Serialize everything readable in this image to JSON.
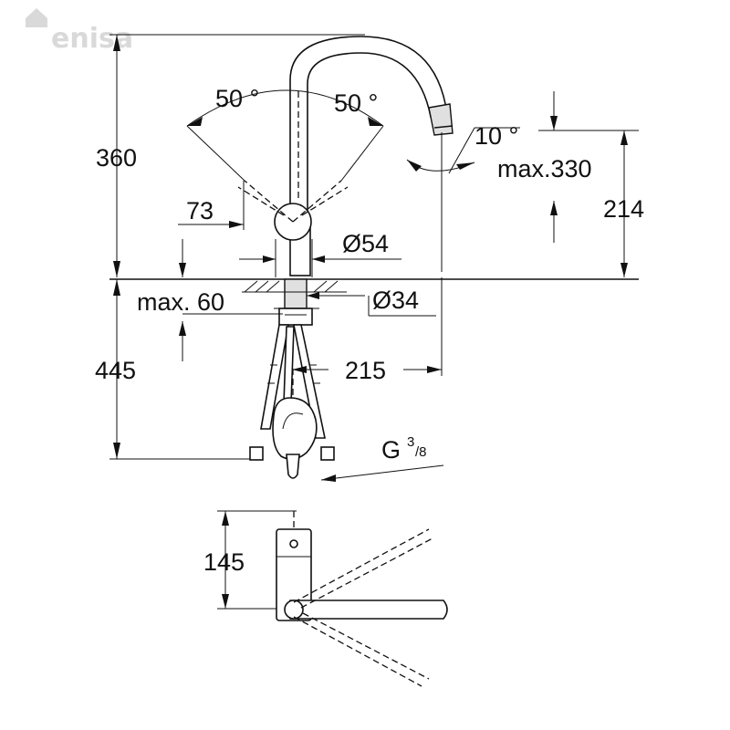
{
  "watermark": "enisa",
  "labels": {
    "height_total": "360",
    "angle_left": "50 °",
    "angle_right": "50 °",
    "spout_angle": "10 °",
    "spout_reach": "max.330",
    "spout_height": "214",
    "lever_offset": "73",
    "base_diameter": "Ø54",
    "max_thickness": "max. 60",
    "hole_diameter": "Ø34",
    "hose_length": "445",
    "spout_projection": "215",
    "thread_letter": "G",
    "thread_numerator": "3",
    "thread_denominator": "/8",
    "top_view_depth": "145"
  },
  "colors": {
    "line": "#111111",
    "shading": "#e0e0e0",
    "watermark": "#d9d9d9"
  }
}
